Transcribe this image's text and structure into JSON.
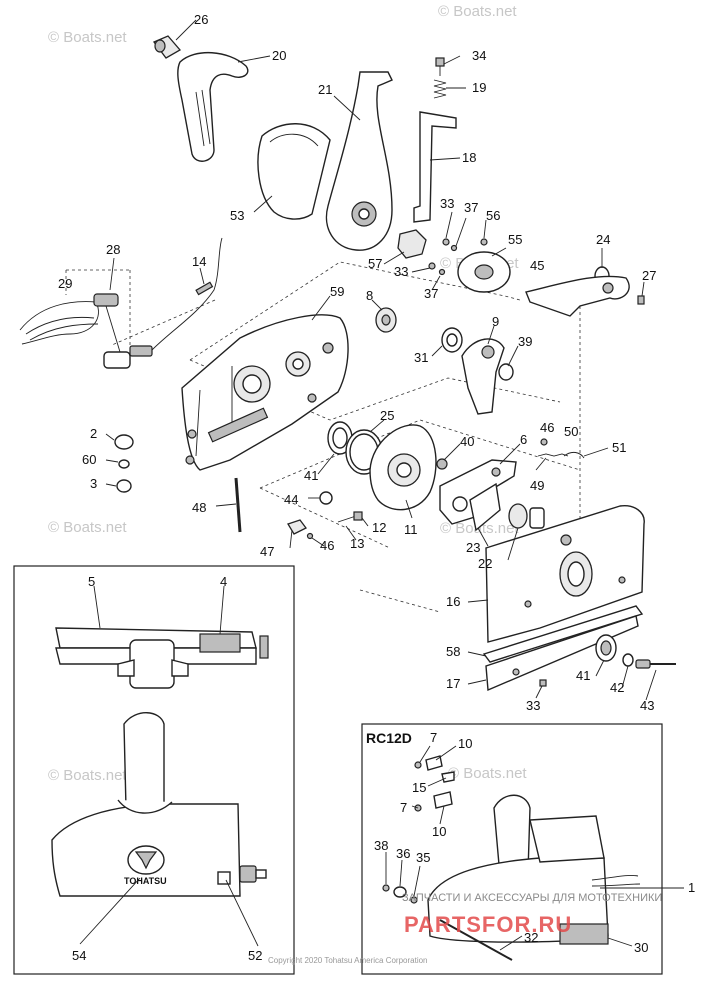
{
  "watermark": "© Boats.net",
  "copyright": "Copyright 2020 Tohatsu America Corporation",
  "inset_title": "RC12D",
  "brand": "TOHATSU",
  "shop_text": "ЗАПЧАСТИ И АКСЕССУАРЫ ДЛЯ МОТОТЕХНИКИ",
  "shop_logo": "PARTSFOR.RU",
  "callouts": {
    "c26": "26",
    "c20": "20",
    "c34": "34",
    "c19": "19",
    "c21": "21",
    "c18": "18",
    "c53": "53",
    "c33a": "33",
    "c37a": "37",
    "c56": "56",
    "c55": "55",
    "c57": "57",
    "c33b": "33",
    "c37b": "37",
    "c24": "24",
    "c45": "45",
    "c27": "27",
    "c28": "28",
    "c29": "29",
    "c14": "14",
    "c59": "59",
    "c8": "8",
    "c9": "9",
    "c31": "31",
    "c39": "39",
    "c25": "25",
    "c2": "2",
    "c60": "60",
    "c3": "3",
    "c40": "40",
    "c6": "6",
    "c46a": "46",
    "c50": "50",
    "c51": "51",
    "c41a": "41",
    "c49": "49",
    "c44": "44",
    "c48": "48",
    "c12": "12",
    "c11": "11",
    "c13": "13",
    "c46b": "46",
    "c47": "47",
    "c23": "23",
    "c22": "22",
    "c5": "5",
    "c4": "4",
    "c16": "16",
    "c58": "58",
    "c41b": "41",
    "c42": "42",
    "c43": "43",
    "c17": "17",
    "c33c": "33",
    "c54": "54",
    "c52": "52",
    "c7a": "7",
    "c10a": "10",
    "c15": "15",
    "c7b": "7",
    "c10b": "10",
    "c38": "38",
    "c36": "36",
    "c35": "35",
    "c1": "1",
    "c32": "32",
    "c30": "30"
  }
}
